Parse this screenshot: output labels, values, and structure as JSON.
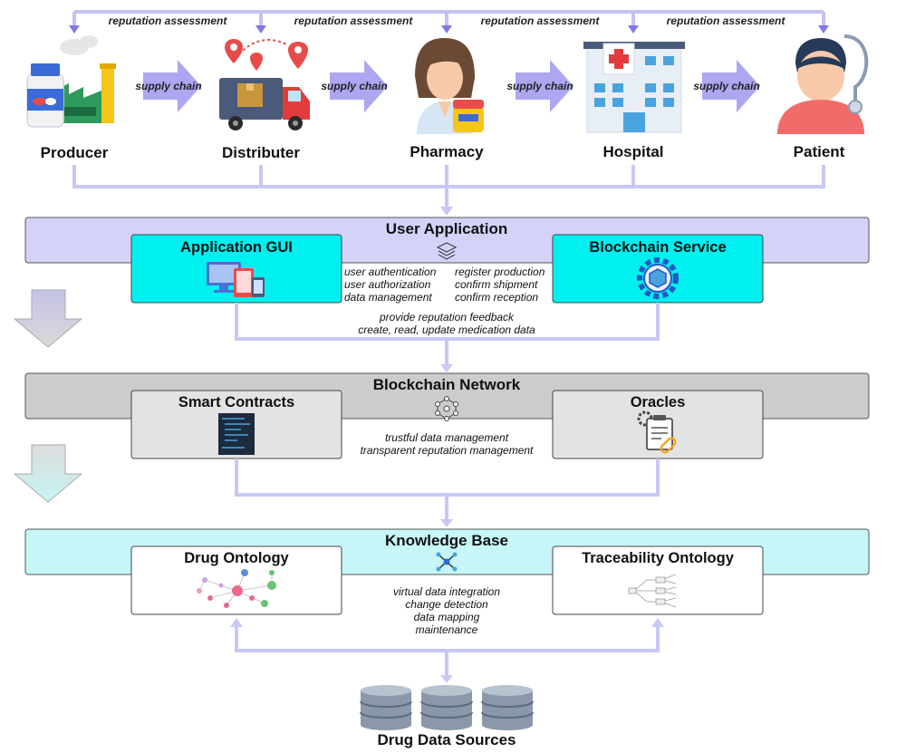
{
  "actors": [
    {
      "label": "Producer"
    },
    {
      "label": "Distributer"
    },
    {
      "label": "Pharmacy"
    },
    {
      "label": "Hospital"
    },
    {
      "label": "Patient"
    }
  ],
  "top_labels": {
    "reputation": "reputation assessment",
    "supply": "supply chain"
  },
  "layers": {
    "user_application": {
      "title": "User Application",
      "left_box": "Application GUI",
      "right_box": "Blockchain Service",
      "left_functions": [
        "user authentication",
        "user authorization",
        "data management"
      ],
      "right_functions": [
        "register production",
        "confirm shipment",
        "confirm reception"
      ],
      "bottom_lines": [
        "provide reputation feedback",
        "create, read, update medication data"
      ]
    },
    "blockchain_network": {
      "title": "Blockchain Network",
      "left_box": "Smart Contracts",
      "right_box": "Oracles",
      "center_lines": [
        "trustful data management",
        "transparent reputation management"
      ]
    },
    "knowledge_base": {
      "title": "Knowledge Base",
      "left_box": "Drug Ontology",
      "right_box": "Traceability Ontology",
      "center_lines": [
        "virtual data integration",
        "change detection",
        "data mapping",
        "maintenance"
      ]
    }
  },
  "data_sources": {
    "label": "Drug Data Sources"
  },
  "colors": {
    "user_app_band": "#d4d2f9",
    "user_app_boxes": "#00f0f0",
    "blockchain_band": "#cccccc",
    "blockchain_boxes": "#e3e3e3",
    "knowledge_band": "#c6f6f8",
    "knowledge_boxes": "#ffffff",
    "connector": "#c8c8f4",
    "arrow": "#7a6ee6"
  }
}
